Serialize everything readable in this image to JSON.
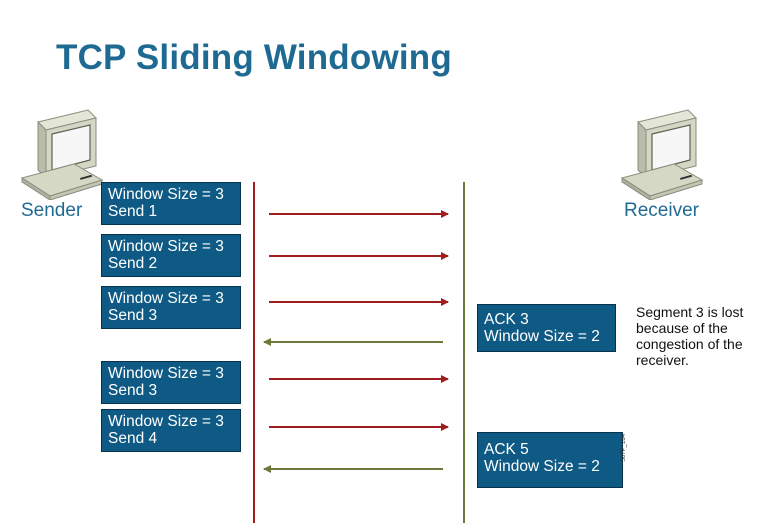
{
  "title": "TCP Sliding Windowing",
  "sender": {
    "label": "Sender",
    "icon": "computer-icon"
  },
  "receiver": {
    "label": "Receiver",
    "icon": "computer-icon"
  },
  "sender_boxes": [
    {
      "line1": "Window Size = 3",
      "line2": "Send 1"
    },
    {
      "line1": "Window Size = 3",
      "line2": "Send 2"
    },
    {
      "line1": "Window Size = 3",
      "line2": "Send 3"
    },
    {
      "line1": "Window Size = 3",
      "line2": "Send 3"
    },
    {
      "line1": "Window Size = 3",
      "line2": "Send 4"
    }
  ],
  "receiver_boxes": [
    {
      "line1": "ACK 3",
      "line2": "Window Size = 2"
    },
    {
      "line1": "ACK 5",
      "line2": "Window Size = 2"
    }
  ],
  "note": "Segment 3 is lost because of the congestion of the receiver.",
  "stamp": "S07P_184",
  "colors": {
    "title": "#1f6a93",
    "box": "#0e5a84",
    "sender_line": "#a01d1d",
    "receiver_line": "#6b7a3a",
    "forward_arrow": "#a01d1d",
    "ack_arrow": "#6b7a3a"
  }
}
